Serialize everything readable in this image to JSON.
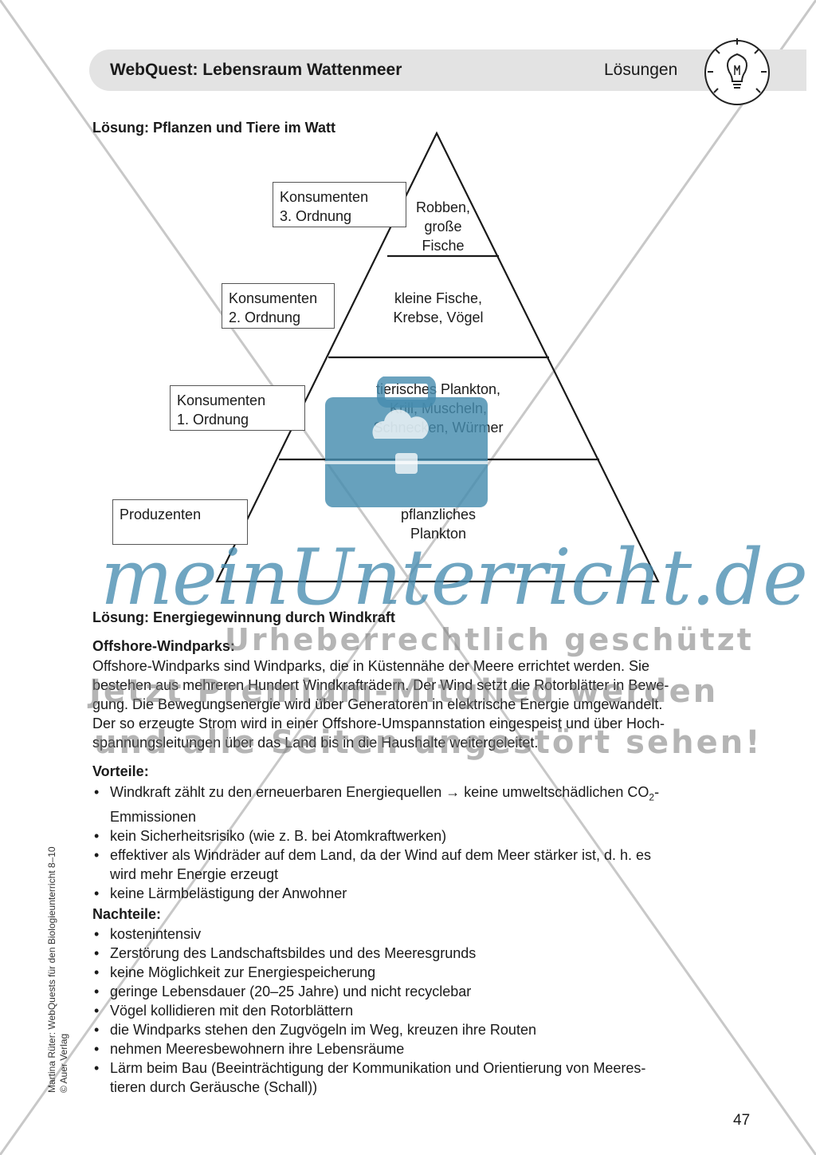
{
  "header": {
    "title": "WebQuest: Lebensraum Wattenmeer",
    "section_label": "Lösungen",
    "icon": "lightbulb-icon"
  },
  "pyramid_section": {
    "title": "Lösung: Pflanzen und Tiere im Watt",
    "levels": [
      {
        "label": [
          "Konsumenten",
          "3. Ordnung"
        ],
        "content": [
          "Robben,",
          "große",
          "Fische"
        ]
      },
      {
        "label": [
          "Konsumenten",
          "2. Ordnung"
        ],
        "content": [
          "kleine Fische,",
          "Krebse, Vögel"
        ]
      },
      {
        "label": [
          "Konsumenten",
          "1. Ordnung"
        ],
        "content": [
          "tierisches Plankton,",
          "Krill, Muscheln,",
          "Schnecken, Würmer"
        ]
      },
      {
        "label": [
          "Produzenten"
        ],
        "content": [
          "pflanzliches",
          "Plankton"
        ]
      }
    ]
  },
  "wind_section": {
    "title": "Lösung: Energiegewinnung durch Windkraft",
    "offshore_title": "Offshore-Windparks:",
    "offshore_lines": [
      "Offshore-Windparks sind Windparks, die in Küstennähe der Meere errichtet werden. Sie",
      "bestehen aus mehreren Hundert Windkrafträdern. Der Wind setzt die Rotorblätter in Bewe-",
      "gung. Die Bewegungsenergie wird über Generatoren in elektrische Energie umgewandelt.",
      "Der so erzeugte Strom wird in einer Offshore-Umspannstation eingespeist und über Hoch-",
      "spannungsleitungen über das Land bis in die Haushalte weitergeleitet."
    ],
    "vorteile_title": "Vorteile:",
    "vorteile": [
      {
        "text": "Windkraft zählt zu den erneuerbaren Energiequellen → keine umweltschädlichen CO",
        "sub": "2",
        "after": "-",
        "line2": "Emmissionen"
      },
      {
        "text": "kein Sicherheitsrisiko (wie z. B. bei Atomkraftwerken)"
      },
      {
        "text": "effektiver als Windräder auf dem Land, da der Wind auf dem Meer stärker ist, d. h. es",
        "line2": "wird mehr Energie erzeugt"
      },
      {
        "text": "keine Lärmbelästigung der Anwohner"
      }
    ],
    "nachteile_title": "Nachteile:",
    "nachteile": [
      {
        "text": "kostenintensiv"
      },
      {
        "text": "Zerstörung des Landschaftsbildes und des Meeresgrunds"
      },
      {
        "text": "keine Möglichkeit zur Energiespeicherung"
      },
      {
        "text": "geringe Lebensdauer (20–25 Jahre) und nicht recyclebar"
      },
      {
        "text": "Vögel kollidieren mit den Rotorblättern"
      },
      {
        "text": "die Windparks stehen den Zugvögeln im Weg, kreuzen ihre Routen"
      },
      {
        "text": "nehmen Meeresbewohnern ihre Lebensräume"
      },
      {
        "text": "Lärm beim Bau (Beeinträchtigung der Kommunikation und Orientierung von Meeres-",
        "line2": "tieren durch Geräusche (Schall))"
      }
    ]
  },
  "footer": {
    "credit_line1": "Martina Rüter: WebQuests für den Biologieunterricht 8–10",
    "credit_line2": "© Auer Verlag",
    "page_number": "47"
  },
  "watermark": {
    "brand": "meinUnterricht.de",
    "line1": "Urheberrechtlich geschützt",
    "line2": "Jetzt Premium-Mitglied werden",
    "line3": "und alle Seiten ungestört sehen!",
    "colors": {
      "brand": "#468caf",
      "grey": "#888888"
    }
  }
}
